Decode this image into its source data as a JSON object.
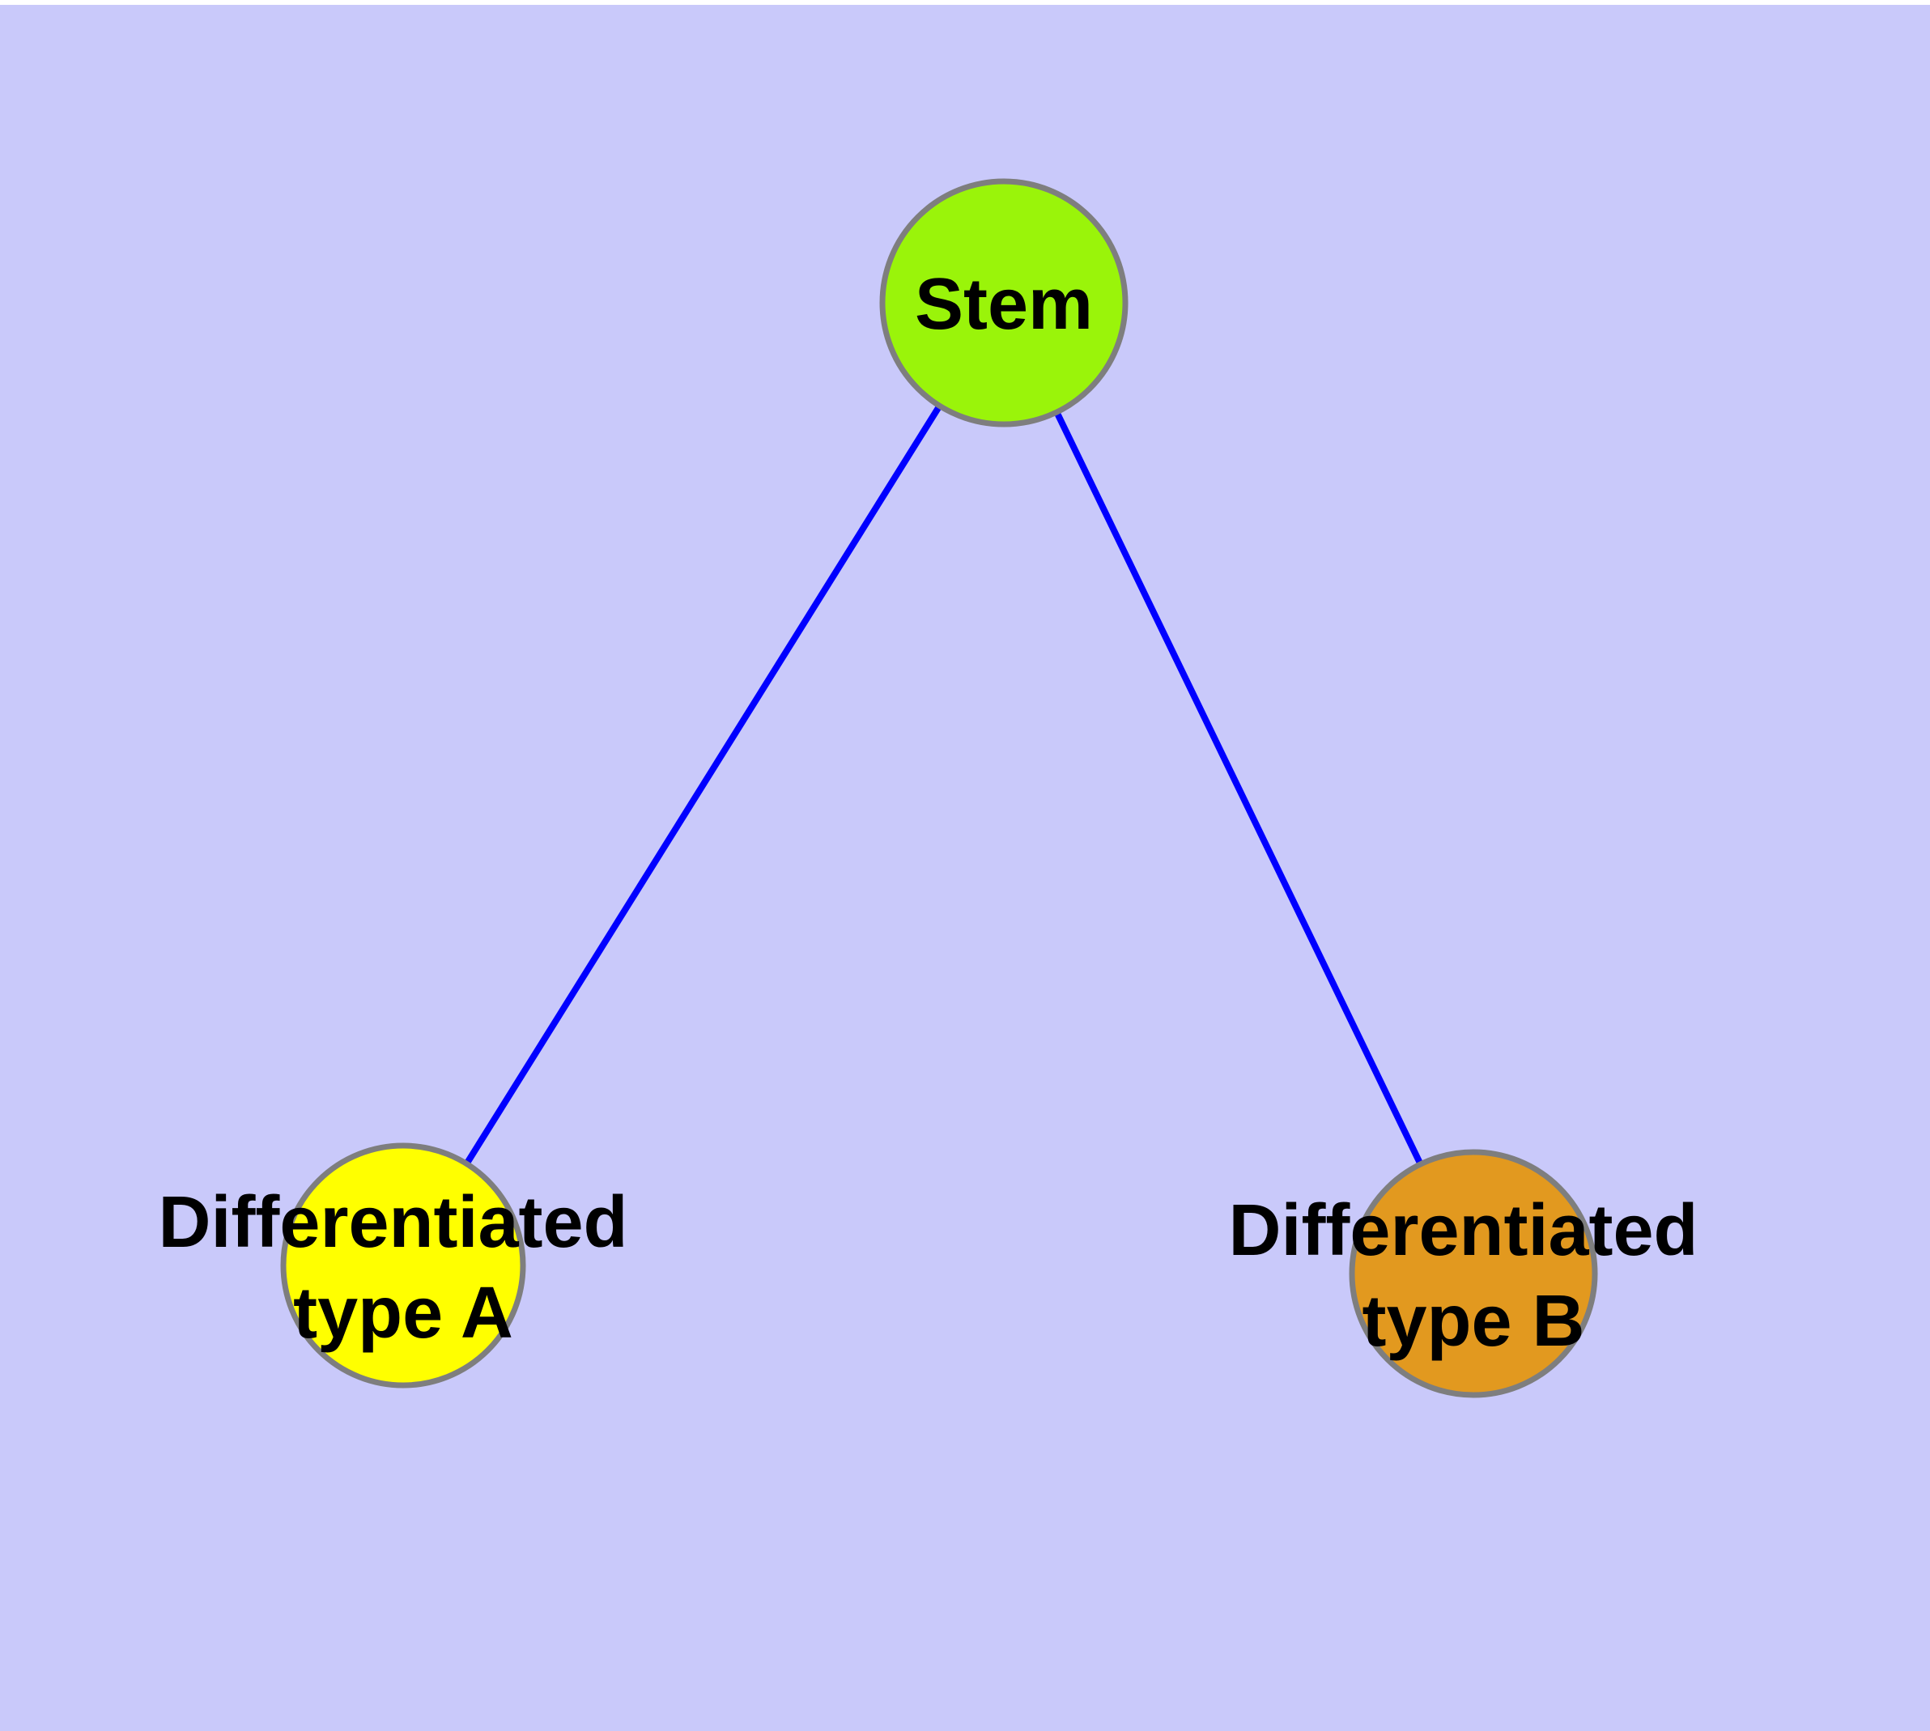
{
  "graph": {
    "nodes": [
      {
        "id": "stem",
        "label": "Stem",
        "fill": "#9AF40A"
      },
      {
        "id": "differentiated-type-a",
        "label_line1": "Differentiated",
        "label_line2": "type A",
        "fill": "#FFFF00"
      },
      {
        "id": "differentiated-type-b",
        "label_line1": "Differentiated",
        "label_line2": "type B",
        "fill": "#E2991F"
      }
    ],
    "edges": [
      {
        "from": "Stem",
        "to": "Differentiated type A"
      },
      {
        "from": "Stem",
        "to": "Differentiated type B"
      }
    ]
  },
  "colors": {
    "background": "#C9C9FA",
    "edge": "#0000FF",
    "node_border": "#7E7E7E",
    "label_text": "#000000"
  }
}
